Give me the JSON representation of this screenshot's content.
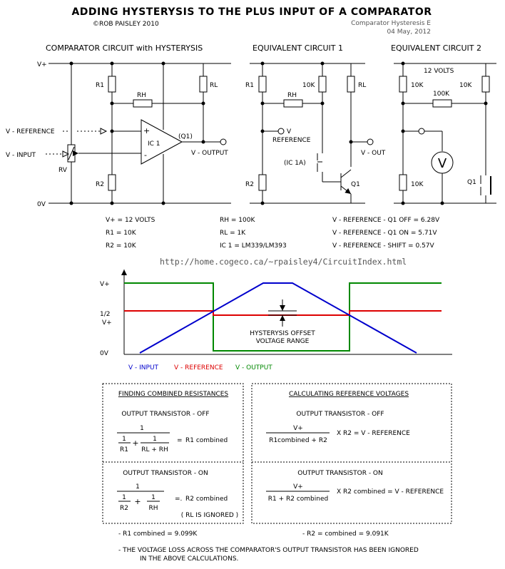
{
  "header": {
    "title": "ADDING HYSTERYSIS TO THE PLUS INPUT OF A COMPARATOR",
    "author": "©ROB PAISLEY 2010",
    "subtitle": "Comparator Hysteresis E",
    "date": "04 May, 2012"
  },
  "circuits": {
    "main": {
      "title": "COMPARATOR CIRCUIT with HYSTERYSIS",
      "vplus": "V+",
      "zero": "0V",
      "r1": "R1",
      "r2": "R2",
      "rh": "RH",
      "rl": "RL",
      "rv": "RV",
      "ic": "IC 1",
      "q": "(Q1)",
      "plus": "+",
      "minus": "-",
      "vref": "V - REFERENCE",
      "vin": "V - INPUT",
      "vout": "V - OUTPUT"
    },
    "eq1": {
      "title": "EQUIVALENT  CIRCUIT 1",
      "r1": "R1",
      "r2": "R2",
      "rh": "RH",
      "rl": "RL",
      "r10k": "10K",
      "v": "V",
      "reference": "REFERENCE",
      "ic1a": "(IC 1A)",
      "q1": "Q1",
      "vout": "V - OUT"
    },
    "eq2": {
      "title": "EQUIVALENT  CIRCUIT 2",
      "volts": "12 VOLTS",
      "r_a": "10K",
      "r_b": "100K",
      "r_c": "10K",
      "r_d": "10K",
      "meter": "V",
      "q1": "Q1"
    }
  },
  "values": {
    "col1": [
      "V+ = 12 VOLTS",
      "R1 = 10K",
      "R2 = 10K"
    ],
    "col2": [
      "RH = 100K",
      "RL = 1K",
      "IC 1 = LM339/LM393"
    ],
    "col3": [
      "V - REFERENCE - Q1 OFF =  6.28V",
      "V - REFERENCE - Q1 ON =  5.71V",
      "V - REFERENCE - SHIFT = 0.57V"
    ]
  },
  "url": "http://home.cogeco.ca/~rpaisley4/CircuitIndex.html",
  "chart_data": {
    "type": "line",
    "y_tick_labels": [
      "V+",
      "1/2",
      "V+",
      "0V"
    ],
    "annotation": [
      "HYSTERYSIS OFFSET",
      "VOLTAGE RANGE"
    ],
    "series": [
      {
        "name": "V - INPUT",
        "color": "#0000cc"
      },
      {
        "name": "V - REFERENCE",
        "color": "#dd0000"
      },
      {
        "name": "V - OUTPUT",
        "color": "#008800"
      }
    ]
  },
  "calc": {
    "left": {
      "title": "FINDING COMBINED RESISTANCES",
      "off_title": "OUTPUT TRANSISTOR - OFF",
      "on_title": "OUTPUT TRANSISTOR - ON",
      "one": "1",
      "plus": "+",
      "eq": "=",
      "eq_dot": "=.",
      "off_d1": "R1",
      "off_d2": "RL + RH",
      "off_res": "R1 combined",
      "on_d1": "R2",
      "on_d2": "RH",
      "on_res": "R2 combined",
      "note": "( RL IS IGNORED )"
    },
    "right": {
      "title": "CALCULATING REFERENCE VOLTAGES",
      "off_title": "OUTPUT TRANSISTOR - OFF",
      "on_title": "OUTPUT TRANSISTOR - ON",
      "num": "V+",
      "off_den": "R1combined  +  R2",
      "off_rhs": "X  R2  =  V - REFERENCE",
      "on_den": "R1  +  R2 combined",
      "on_rhs": "X  R2 combined  =  V - REFERENCE"
    },
    "result_left": "- R1 combined = 9.099K",
    "result_right": "- R2 = combined = 9.091K",
    "footnote1": "- THE VOLTAGE LOSS ACROSS THE COMPARATOR'S OUTPUT TRANSISTOR HAS BEEN IGNORED",
    "footnote2": "IN THE ABOVE CALCULATIONS."
  }
}
